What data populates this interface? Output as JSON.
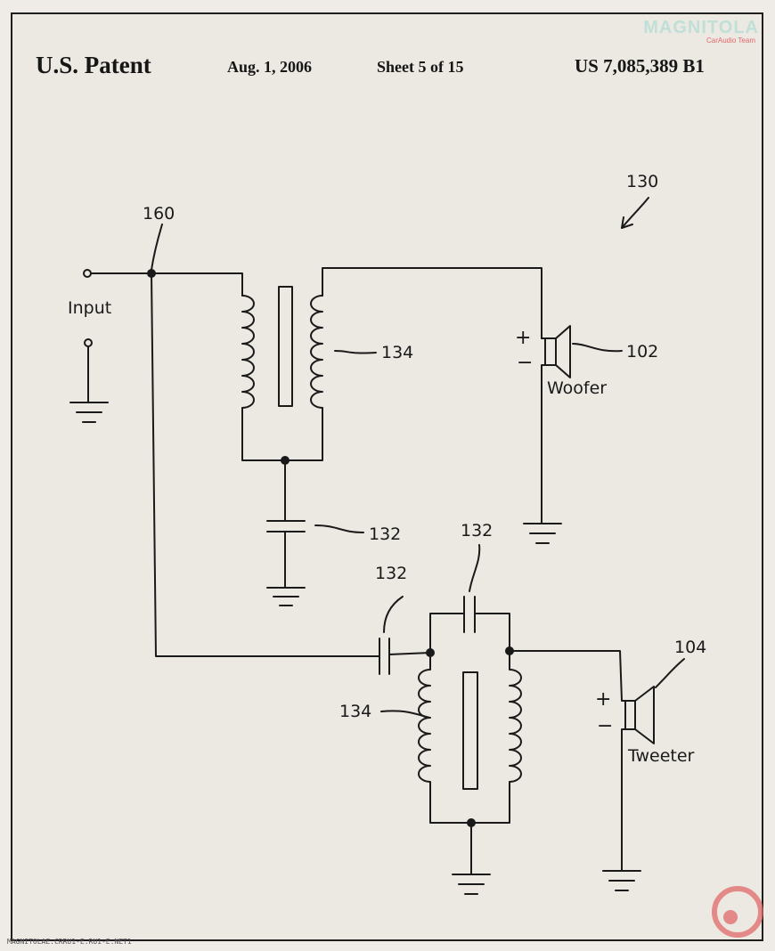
{
  "header": {
    "office": "U.S. Patent",
    "date": "Aug. 1, 2006",
    "sheet": "Sheet 5 of 15",
    "patent_number": "US 7,085,389 B1"
  },
  "diagram": {
    "ref_network": "130",
    "ref_input_node": "160",
    "input_label": "Input",
    "ref_inductor_top": "134",
    "ref_inductor_bottom": "134",
    "ref_capacitor_woofer": "132",
    "ref_capacitor_series": "132",
    "ref_capacitor_parallel": "132",
    "ref_woofer": "102",
    "woofer_label": "Woofer",
    "ref_tweeter": "104",
    "tweeter_label": "Tweeter",
    "plus_sign": "+",
    "minus_sign": "−"
  },
  "watermark": {
    "brand": "MAGNITOLA",
    "subtitle": "CarAudio Team",
    "footer": "MAGNITOLAE.CRRU1-E.RU1-E.NET1"
  },
  "colors": {
    "ink": "#1a1a1a",
    "paper": "#ece8e2",
    "watermark_red": "#e06a6a"
  }
}
